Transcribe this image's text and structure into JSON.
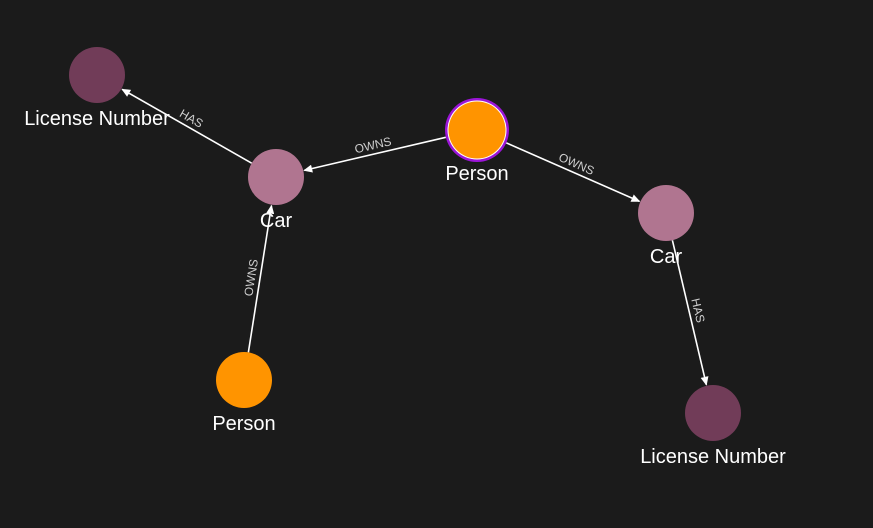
{
  "graph": {
    "background": "#1b1b1b",
    "node_types": {
      "person": {
        "label": "Person",
        "color": "#ff9400"
      },
      "car": {
        "label": "Car",
        "color": "#b07590"
      },
      "license": {
        "label": "License Number",
        "color": "#713c58"
      }
    },
    "selection_color": "#9b15d8",
    "nodes": [
      {
        "id": "license-1",
        "type": "license",
        "label": "License Number",
        "selected": false
      },
      {
        "id": "car-1",
        "type": "car",
        "label": "Car",
        "selected": false
      },
      {
        "id": "person-1",
        "type": "person",
        "label": "Person",
        "selected": true
      },
      {
        "id": "car-2",
        "type": "car",
        "label": "Car",
        "selected": false
      },
      {
        "id": "person-2",
        "type": "person",
        "label": "Person",
        "selected": false
      },
      {
        "id": "license-2",
        "type": "license",
        "label": "License Number",
        "selected": false
      }
    ],
    "edges": [
      {
        "id": "e1",
        "source": "car-1",
        "target": "license-1",
        "label": "HAS"
      },
      {
        "id": "e2",
        "source": "person-1",
        "target": "car-1",
        "label": "OWNS"
      },
      {
        "id": "e3",
        "source": "person-1",
        "target": "car-2",
        "label": "OWNS"
      },
      {
        "id": "e4",
        "source": "person-2",
        "target": "car-1",
        "label": "OWNS"
      },
      {
        "id": "e5",
        "source": "car-2",
        "target": "license-2",
        "label": "HAS"
      }
    ]
  }
}
